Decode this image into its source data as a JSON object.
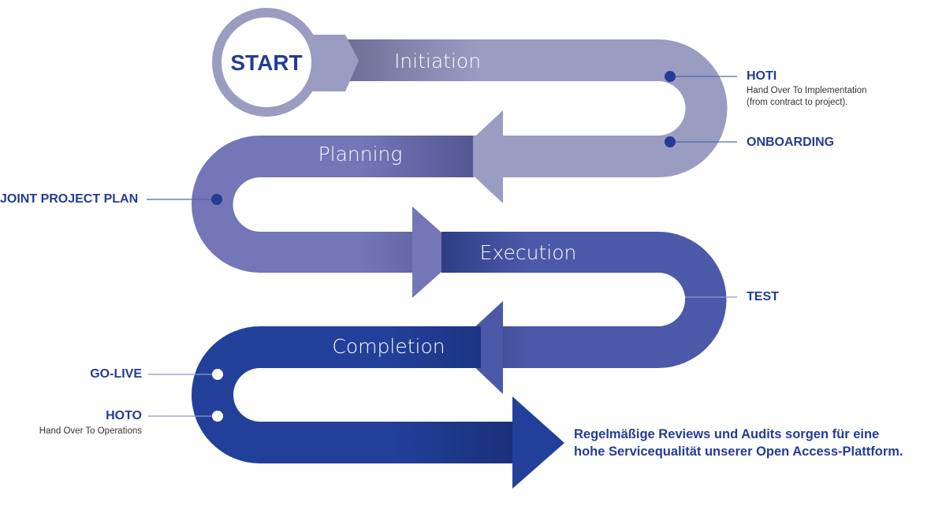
{
  "start_label": "START",
  "phases": [
    {
      "name": "Initiation",
      "color": "#9a9cc2"
    },
    {
      "name": "Planning",
      "color": "#7476b8"
    },
    {
      "name": "Execution",
      "color": "#4b59a8"
    },
    {
      "name": "Completion",
      "color": "#22409a"
    }
  ],
  "milestones": {
    "hoti": {
      "title": "HOTI",
      "desc_line1": "Hand Over To Implementation",
      "desc_line2": "(from contract to project)."
    },
    "onboarding": {
      "title": "ONBOARDING"
    },
    "joint_project_plan": {
      "title": "JOINT PROJECT PLAN"
    },
    "test": {
      "title": "TEST"
    },
    "go_live": {
      "title": "GO-LIVE"
    },
    "hoto": {
      "title": "HOTO",
      "desc": "Hand Over To Operations"
    }
  },
  "footer": {
    "line1": "Regelmäßige Reviews und Audits sorgen für eine",
    "line2": "hohe Servicequalität unserer Open Access-Plattform."
  },
  "colors": {
    "accent": "#233c96",
    "connector": "#5566aa"
  }
}
